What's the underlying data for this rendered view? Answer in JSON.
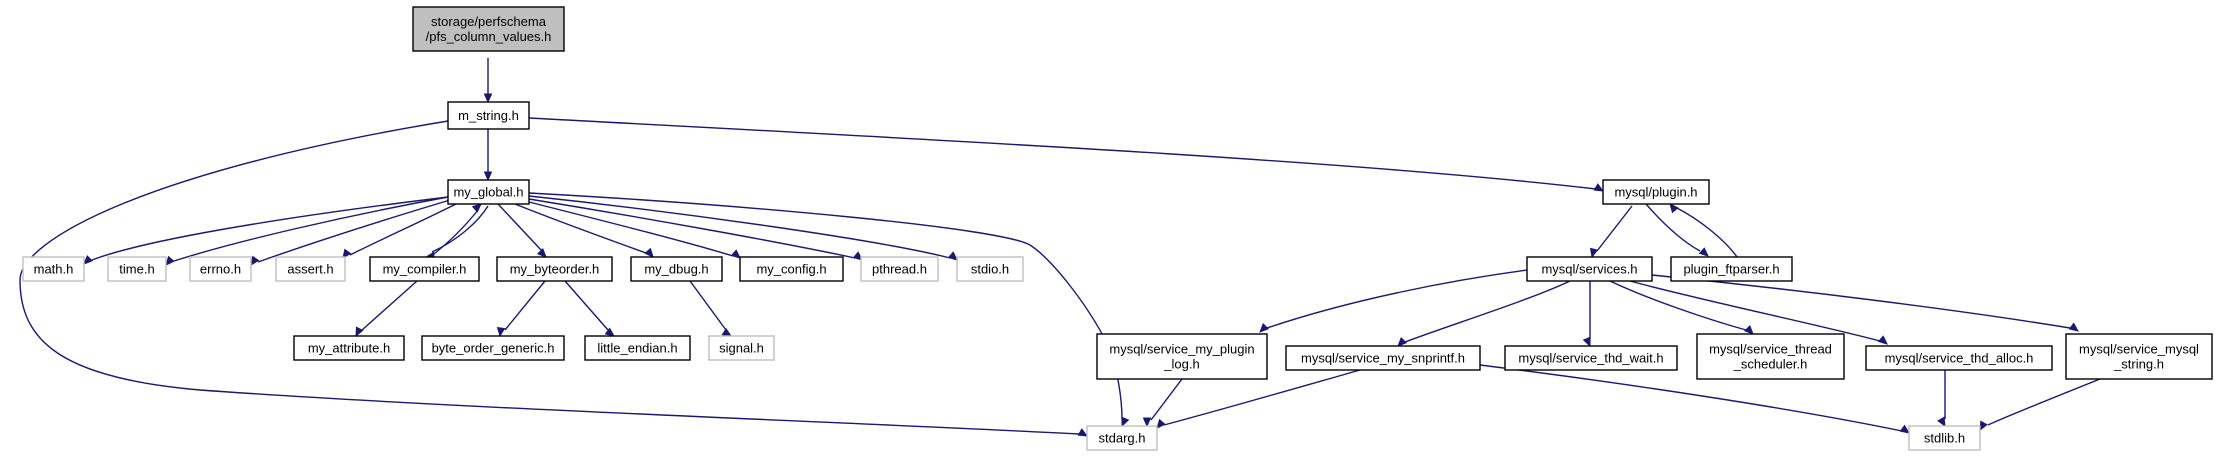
{
  "graph": {
    "colors": {
      "edge": "#191970",
      "root_fill": "#bfbfbf",
      "node_border": "#000000",
      "external_border": "#bfbfbf",
      "background": "#ffffff"
    },
    "nodes": [
      {
        "id": "root",
        "kind": "root",
        "lines": [
          "storage/perfschema",
          "/pfs_column_values.h"
        ]
      },
      {
        "id": "m_string",
        "kind": "local",
        "lines": [
          "m_string.h"
        ]
      },
      {
        "id": "my_global",
        "kind": "local",
        "lines": [
          "my_global.h"
        ]
      },
      {
        "id": "plugin",
        "kind": "local",
        "lines": [
          "mysql/plugin.h"
        ]
      },
      {
        "id": "math",
        "kind": "ext",
        "lines": [
          "math.h"
        ]
      },
      {
        "id": "time",
        "kind": "ext",
        "lines": [
          "time.h"
        ]
      },
      {
        "id": "errno",
        "kind": "ext",
        "lines": [
          "errno.h"
        ]
      },
      {
        "id": "assert",
        "kind": "ext",
        "lines": [
          "assert.h"
        ]
      },
      {
        "id": "my_compiler",
        "kind": "local",
        "lines": [
          "my_compiler.h"
        ]
      },
      {
        "id": "my_byteorder",
        "kind": "local",
        "lines": [
          "my_byteorder.h"
        ]
      },
      {
        "id": "my_dbug",
        "kind": "local",
        "lines": [
          "my_dbug.h"
        ]
      },
      {
        "id": "my_config",
        "kind": "local",
        "lines": [
          "my_config.h"
        ]
      },
      {
        "id": "pthread",
        "kind": "ext",
        "lines": [
          "pthread.h"
        ]
      },
      {
        "id": "stdio",
        "kind": "ext",
        "lines": [
          "stdio.h"
        ]
      },
      {
        "id": "services",
        "kind": "local",
        "lines": [
          "mysql/services.h"
        ]
      },
      {
        "id": "plugin_ftparser",
        "kind": "local",
        "lines": [
          "plugin_ftparser.h"
        ]
      },
      {
        "id": "my_attribute",
        "kind": "local",
        "lines": [
          "my_attribute.h"
        ]
      },
      {
        "id": "byte_order_generic",
        "kind": "local",
        "lines": [
          "byte_order_generic.h"
        ]
      },
      {
        "id": "little_endian",
        "kind": "local",
        "lines": [
          "little_endian.h"
        ]
      },
      {
        "id": "signal",
        "kind": "ext",
        "lines": [
          "signal.h"
        ]
      },
      {
        "id": "svc_plugin_log",
        "kind": "local",
        "lines": [
          "mysql/service_my_plugin",
          "_log.h"
        ]
      },
      {
        "id": "svc_snprintf",
        "kind": "local",
        "lines": [
          "mysql/service_my_snprintf.h"
        ]
      },
      {
        "id": "svc_thd_wait",
        "kind": "local",
        "lines": [
          "mysql/service_thd_wait.h"
        ]
      },
      {
        "id": "svc_thread_sched",
        "kind": "local",
        "lines": [
          "mysql/service_thread",
          "_scheduler.h"
        ]
      },
      {
        "id": "svc_thd_alloc",
        "kind": "local",
        "lines": [
          "mysql/service_thd_alloc.h"
        ]
      },
      {
        "id": "svc_mysql_string",
        "kind": "local",
        "lines": [
          "mysql/service_mysql",
          "_string.h"
        ]
      },
      {
        "id": "stdarg",
        "kind": "ext",
        "lines": [
          "stdarg.h"
        ]
      },
      {
        "id": "stdlib",
        "kind": "ext",
        "lines": [
          "stdlib.h"
        ]
      }
    ]
  }
}
